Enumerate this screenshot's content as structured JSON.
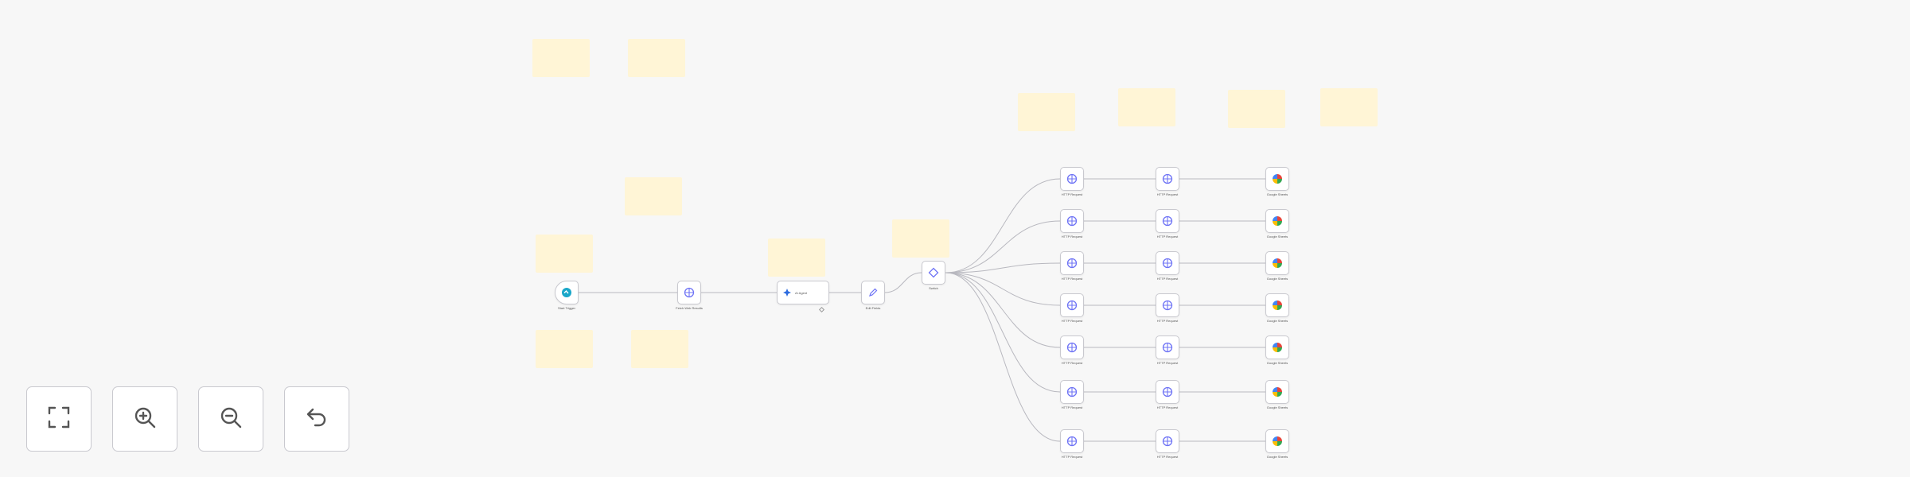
{
  "canvas": {
    "background": "#f7f7f7",
    "sticky_color": "#fff5d6",
    "edge_color": "#b8b8bf",
    "accent": "#6e73f5"
  },
  "controls": [
    {
      "id": "fit",
      "name": "fit-view-button",
      "icon": "fit-view-icon"
    },
    {
      "id": "zoom-in",
      "name": "zoom-in-button",
      "icon": "zoom-in-icon"
    },
    {
      "id": "zoom-out",
      "name": "zoom-out-button",
      "icon": "zoom-out-icon"
    },
    {
      "id": "undo",
      "name": "undo-button",
      "icon": "undo-icon"
    }
  ],
  "nodes": {
    "trigger": {
      "label": "Start Trigger",
      "icon": "trigger-icon"
    },
    "http_main": {
      "label": "Fetch Web Results",
      "icon": "http-icon"
    },
    "ai_agent": {
      "label": "AI Agent",
      "icon": "ai-agent-icon"
    },
    "edit": {
      "label": "Edit Fields",
      "icon": "pencil-icon"
    },
    "router": {
      "label": "Switch",
      "icon": "switch-icon"
    }
  },
  "branches": [
    {
      "a": "HTTP Request",
      "b": "HTTP Request",
      "c": "Google Sheets"
    },
    {
      "a": "HTTP Request",
      "b": "HTTP Request",
      "c": "Google Sheets"
    },
    {
      "a": "HTTP Request",
      "b": "HTTP Request",
      "c": "Google Sheets"
    },
    {
      "a": "HTTP Request",
      "b": "HTTP Request",
      "c": "Google Sheets"
    },
    {
      "a": "HTTP Request",
      "b": "HTTP Request",
      "c": "Google Sheets"
    },
    {
      "a": "HTTP Request",
      "b": "HTTP Request",
      "c": "Google Sheets"
    },
    {
      "a": "HTTP Request",
      "b": "HTTP Request",
      "c": "Google Sheets"
    }
  ]
}
